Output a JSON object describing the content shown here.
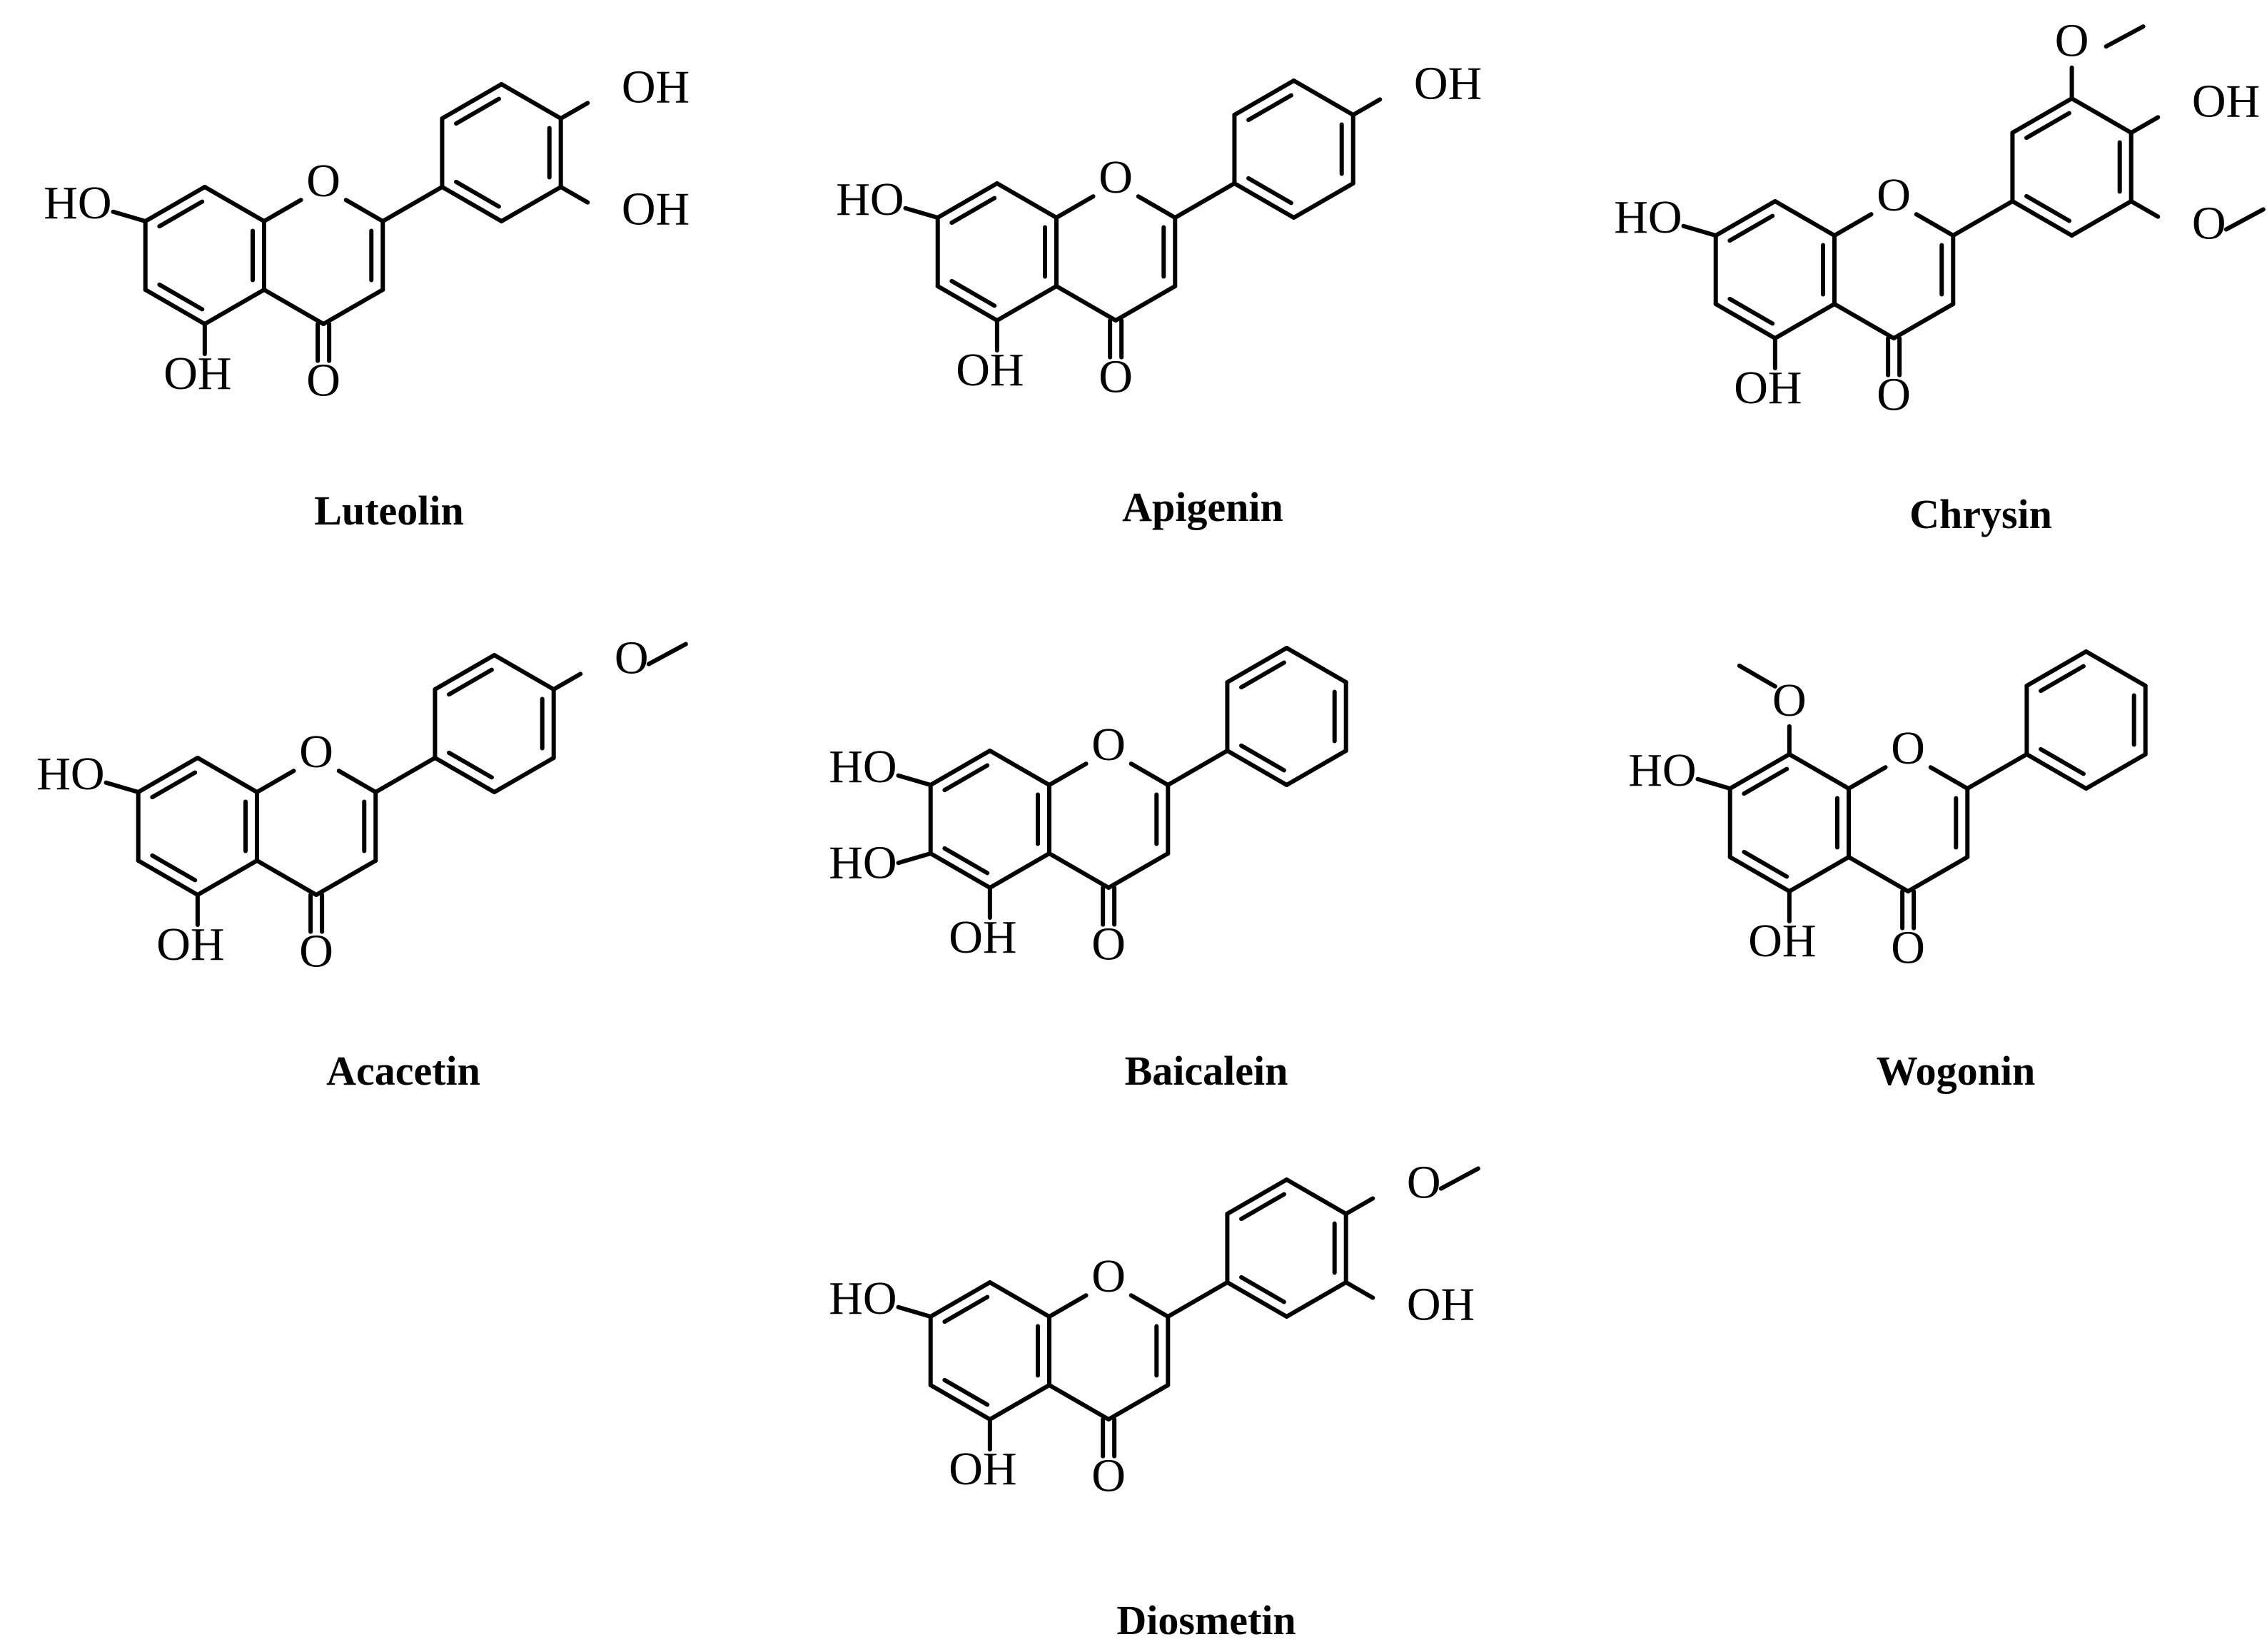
{
  "figure": {
    "compounds": [
      {
        "id": "luteolin",
        "name": "Luteolin",
        "labels": {
          "r7": "HO",
          "r5": "OH",
          "o1": "O",
          "o4": "O",
          "r3p": "OH",
          "r4p": "OH"
        }
      },
      {
        "id": "apigenin",
        "name": "Apigenin",
        "labels": {
          "r7": "HO",
          "r5": "OH",
          "o1": "O",
          "o4": "O",
          "r4p": "OH"
        }
      },
      {
        "id": "chrysin",
        "name": "Chrysin",
        "labels": {
          "r7": "HO",
          "r5": "OH",
          "o1": "O",
          "o4": "O",
          "r3p": "O",
          "r4p": "OH",
          "r5p": "O"
        }
      },
      {
        "id": "acacetin",
        "name": "Acacetin",
        "labels": {
          "r7": "HO",
          "r5": "OH",
          "o1": "O",
          "o4": "O",
          "r4p": "O"
        }
      },
      {
        "id": "baicalein",
        "name": "Baicalein",
        "labels": {
          "r7": "HO",
          "r6": "HO",
          "r5": "OH",
          "o1": "O",
          "o4": "O"
        }
      },
      {
        "id": "wogonin",
        "name": "Wogonin",
        "labels": {
          "r8": "O",
          "r7": "HO",
          "r5": "OH",
          "o1": "O",
          "o4": "O"
        }
      },
      {
        "id": "diosmetin",
        "name": "Diosmetin",
        "labels": {
          "r7": "HO",
          "r5": "OH",
          "o1": "O",
          "o4": "O",
          "r3p": "OH",
          "r4p": "O"
        }
      }
    ]
  }
}
